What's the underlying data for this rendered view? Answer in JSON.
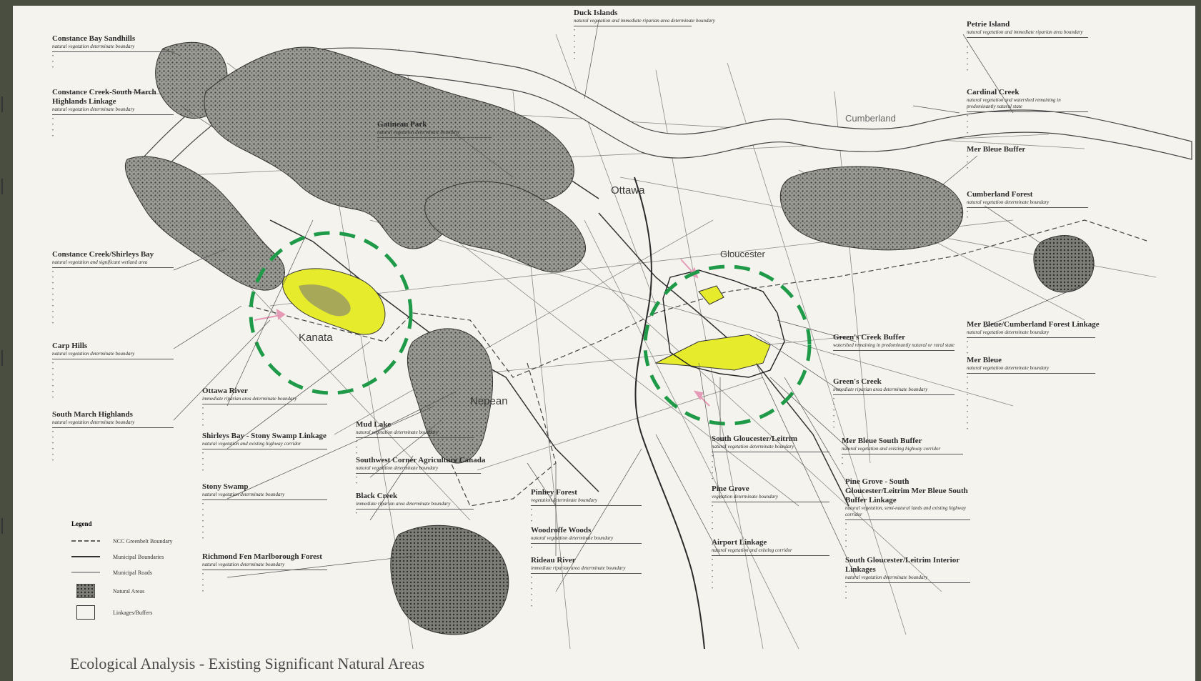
{
  "map_title": "Ecological Analysis - Existing Significant Natural Areas",
  "places": {
    "ottawa": "Ottawa",
    "kanata": "Kanata",
    "nepean": "Nepean",
    "gloucester": "Gloucester",
    "cumberland": "Cumberland"
  },
  "areas": {
    "duck_islands": {
      "title": "Duck Islands",
      "subtitle": "natural vegetation and immediate riparian area determinate boundary"
    },
    "petrie_island": {
      "title": "Petrie Island",
      "subtitle": "natural vegetation and immediate riparian area boundary"
    },
    "constance_bay_sandhills": {
      "title": "Constance Bay Sandhills",
      "subtitle": "natural vegetation determinate boundary"
    },
    "constance_creek_south_march": {
      "title": "Constance Creek-South March Highlands Linkage",
      "subtitle": "natural vegetation determinate boundary"
    },
    "gatineau_park": {
      "title": "Gatineau Park",
      "subtitle": "natural vegetation determinate boundary"
    },
    "cardinal_creek": {
      "title": "Cardinal Creek",
      "subtitle": "natural vegetation and watershed remaining in predominantly natural state"
    },
    "mer_bleue_buffer": {
      "title": "Mer Bleue Buffer",
      "subtitle": ""
    },
    "cumberland_forest": {
      "title": "Cumberland Forest",
      "subtitle": "natural vegetation determinate boundary"
    },
    "constance_creek_shirleys_bay": {
      "title": "Constance Creek/Shirleys Bay",
      "subtitle": "natural vegetation and significant wetland area"
    },
    "carp_hills": {
      "title": "Carp Hills",
      "subtitle": "natural vegetation determinate boundary"
    },
    "south_march_highlands": {
      "title": "South March Highlands",
      "subtitle": "natural vegetation determinate boundary"
    },
    "ottawa_river": {
      "title": "Ottawa River",
      "subtitle": "immediate riparian area determinate boundary"
    },
    "shirleys_bay_stony_swamp": {
      "title": "Shirleys Bay - Stony Swamp Linkage",
      "subtitle": "natural vegetation and existing highway corridor"
    },
    "stony_swamp": {
      "title": "Stony Swamp",
      "subtitle": "natural vegetation determinate boundary"
    },
    "richmond_fen": {
      "title": "Richmond Fen Marlborough Forest",
      "subtitle": "natural vegetation determinate boundary"
    },
    "mud_lake": {
      "title": "Mud Lake",
      "subtitle": "natural vegetation determinate boundary"
    },
    "southwest_corner_agriculture": {
      "title": "Southwest Corner Agriculture Canada",
      "subtitle": "natural vegetation determinate boundary"
    },
    "black_creek": {
      "title": "Black Creek",
      "subtitle": "immediate riparian area determinate boundary"
    },
    "pinhey_forest": {
      "title": "Pinhey Forest",
      "subtitle": "vegetation determinate boundary"
    },
    "woodroffe_woods": {
      "title": "Woodroffe Woods",
      "subtitle": "natural vegetation determinate boundary"
    },
    "rideau_river": {
      "title": "Rideau River",
      "subtitle": "immediate riparian area determinate boundary"
    },
    "south_gloucester_leitrim": {
      "title": "South Gloucester/Leitrim",
      "subtitle": "natural vegetation determinate boundary"
    },
    "pine_grove": {
      "title": "Pine Grove",
      "subtitle": "vegetation determinate boundary"
    },
    "airport_linkage": {
      "title": "Airport Linkage",
      "subtitle": "natural vegetation and existing corridor"
    },
    "greens_creek_buffer": {
      "title": "Green's Creek Buffer",
      "subtitle": "watershed remaining in predominantly natural or rural state"
    },
    "greens_creek": {
      "title": "Green's Creek",
      "subtitle": "immediate riparian area determinate boundary"
    },
    "mer_bleue_south_buffer": {
      "title": "Mer Bleue South Buffer",
      "subtitle": "natural vegetation and existing highway corridor"
    },
    "pine_grove_south_gloucester": {
      "title": "Pine Grove - South Gloucester/Leitrim Mer Bleue South Buffer Linkage",
      "subtitle": "natural vegetation, semi-natural lands and existing highway corridor"
    },
    "south_gloucester_leitrim_interior": {
      "title": "South Gloucester/Leitrim Interior Linkages",
      "subtitle": "natural vegetation determinate boundary"
    },
    "mer_bleue_cumberland": {
      "title": "Mer Bleue/Cumberland Forest Linkage",
      "subtitle": "natural vegetation determinate boundary"
    },
    "mer_bleue": {
      "title": "Mer Bleue",
      "subtitle": "natural vegetation determinate boundary"
    }
  },
  "legend": {
    "title": "Legend",
    "items": [
      {
        "label": "NCC Greenbelt Boundary",
        "symbol": "dash-line"
      },
      {
        "label": "Municipal Boundaries",
        "symbol": "solid-line"
      },
      {
        "label": "Municipal Roads",
        "symbol": "thin-line"
      },
      {
        "label": "Natural Areas",
        "symbol": "stipple-box"
      },
      {
        "label": "Linkages/Buffers",
        "symbol": "empty-box"
      }
    ]
  },
  "colors": {
    "highlight": "#e6ec2c",
    "circle": "#1f9a48",
    "arrow": "#e59ab6",
    "natural_area": "#6b6b66",
    "paper": "#f4f3ee"
  }
}
